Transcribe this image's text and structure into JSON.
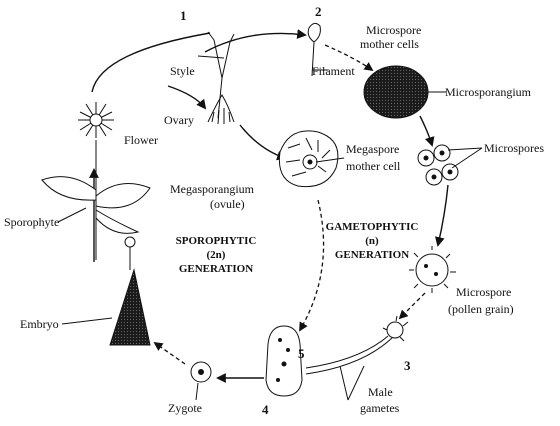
{
  "diagram": {
    "stage_numbers": {
      "n1": "1",
      "n2": "2",
      "n3": "3",
      "n4": "4",
      "n5": "5"
    },
    "labels": {
      "microspore_mother_cells": [
        "Microspore",
        "mother cells"
      ],
      "style": "Style",
      "filament": "Filament",
      "microsporangium": "Microsporangium",
      "ovary": "Ovary",
      "flower": "Flower",
      "megaspore_mother_cell": [
        "Megaspore",
        "mother cell"
      ],
      "microspores": "Microspores",
      "megasporangium": [
        "Megasporangium",
        "(ovule)"
      ],
      "sporophyte": "Sporophyte",
      "embryo": "Embryo",
      "microspore_pollen": [
        "Microspore",
        "(pollen grain)"
      ],
      "zygote": "Zygote",
      "male_gametes": [
        "Male",
        "gametes"
      ]
    },
    "generations": {
      "sporophytic": [
        "SPOROPHYTIC",
        "(2n)",
        "GENERATION"
      ],
      "gametophytic": [
        "GAMETOPHYTIC",
        "(n)",
        "GENERATION"
      ]
    }
  }
}
